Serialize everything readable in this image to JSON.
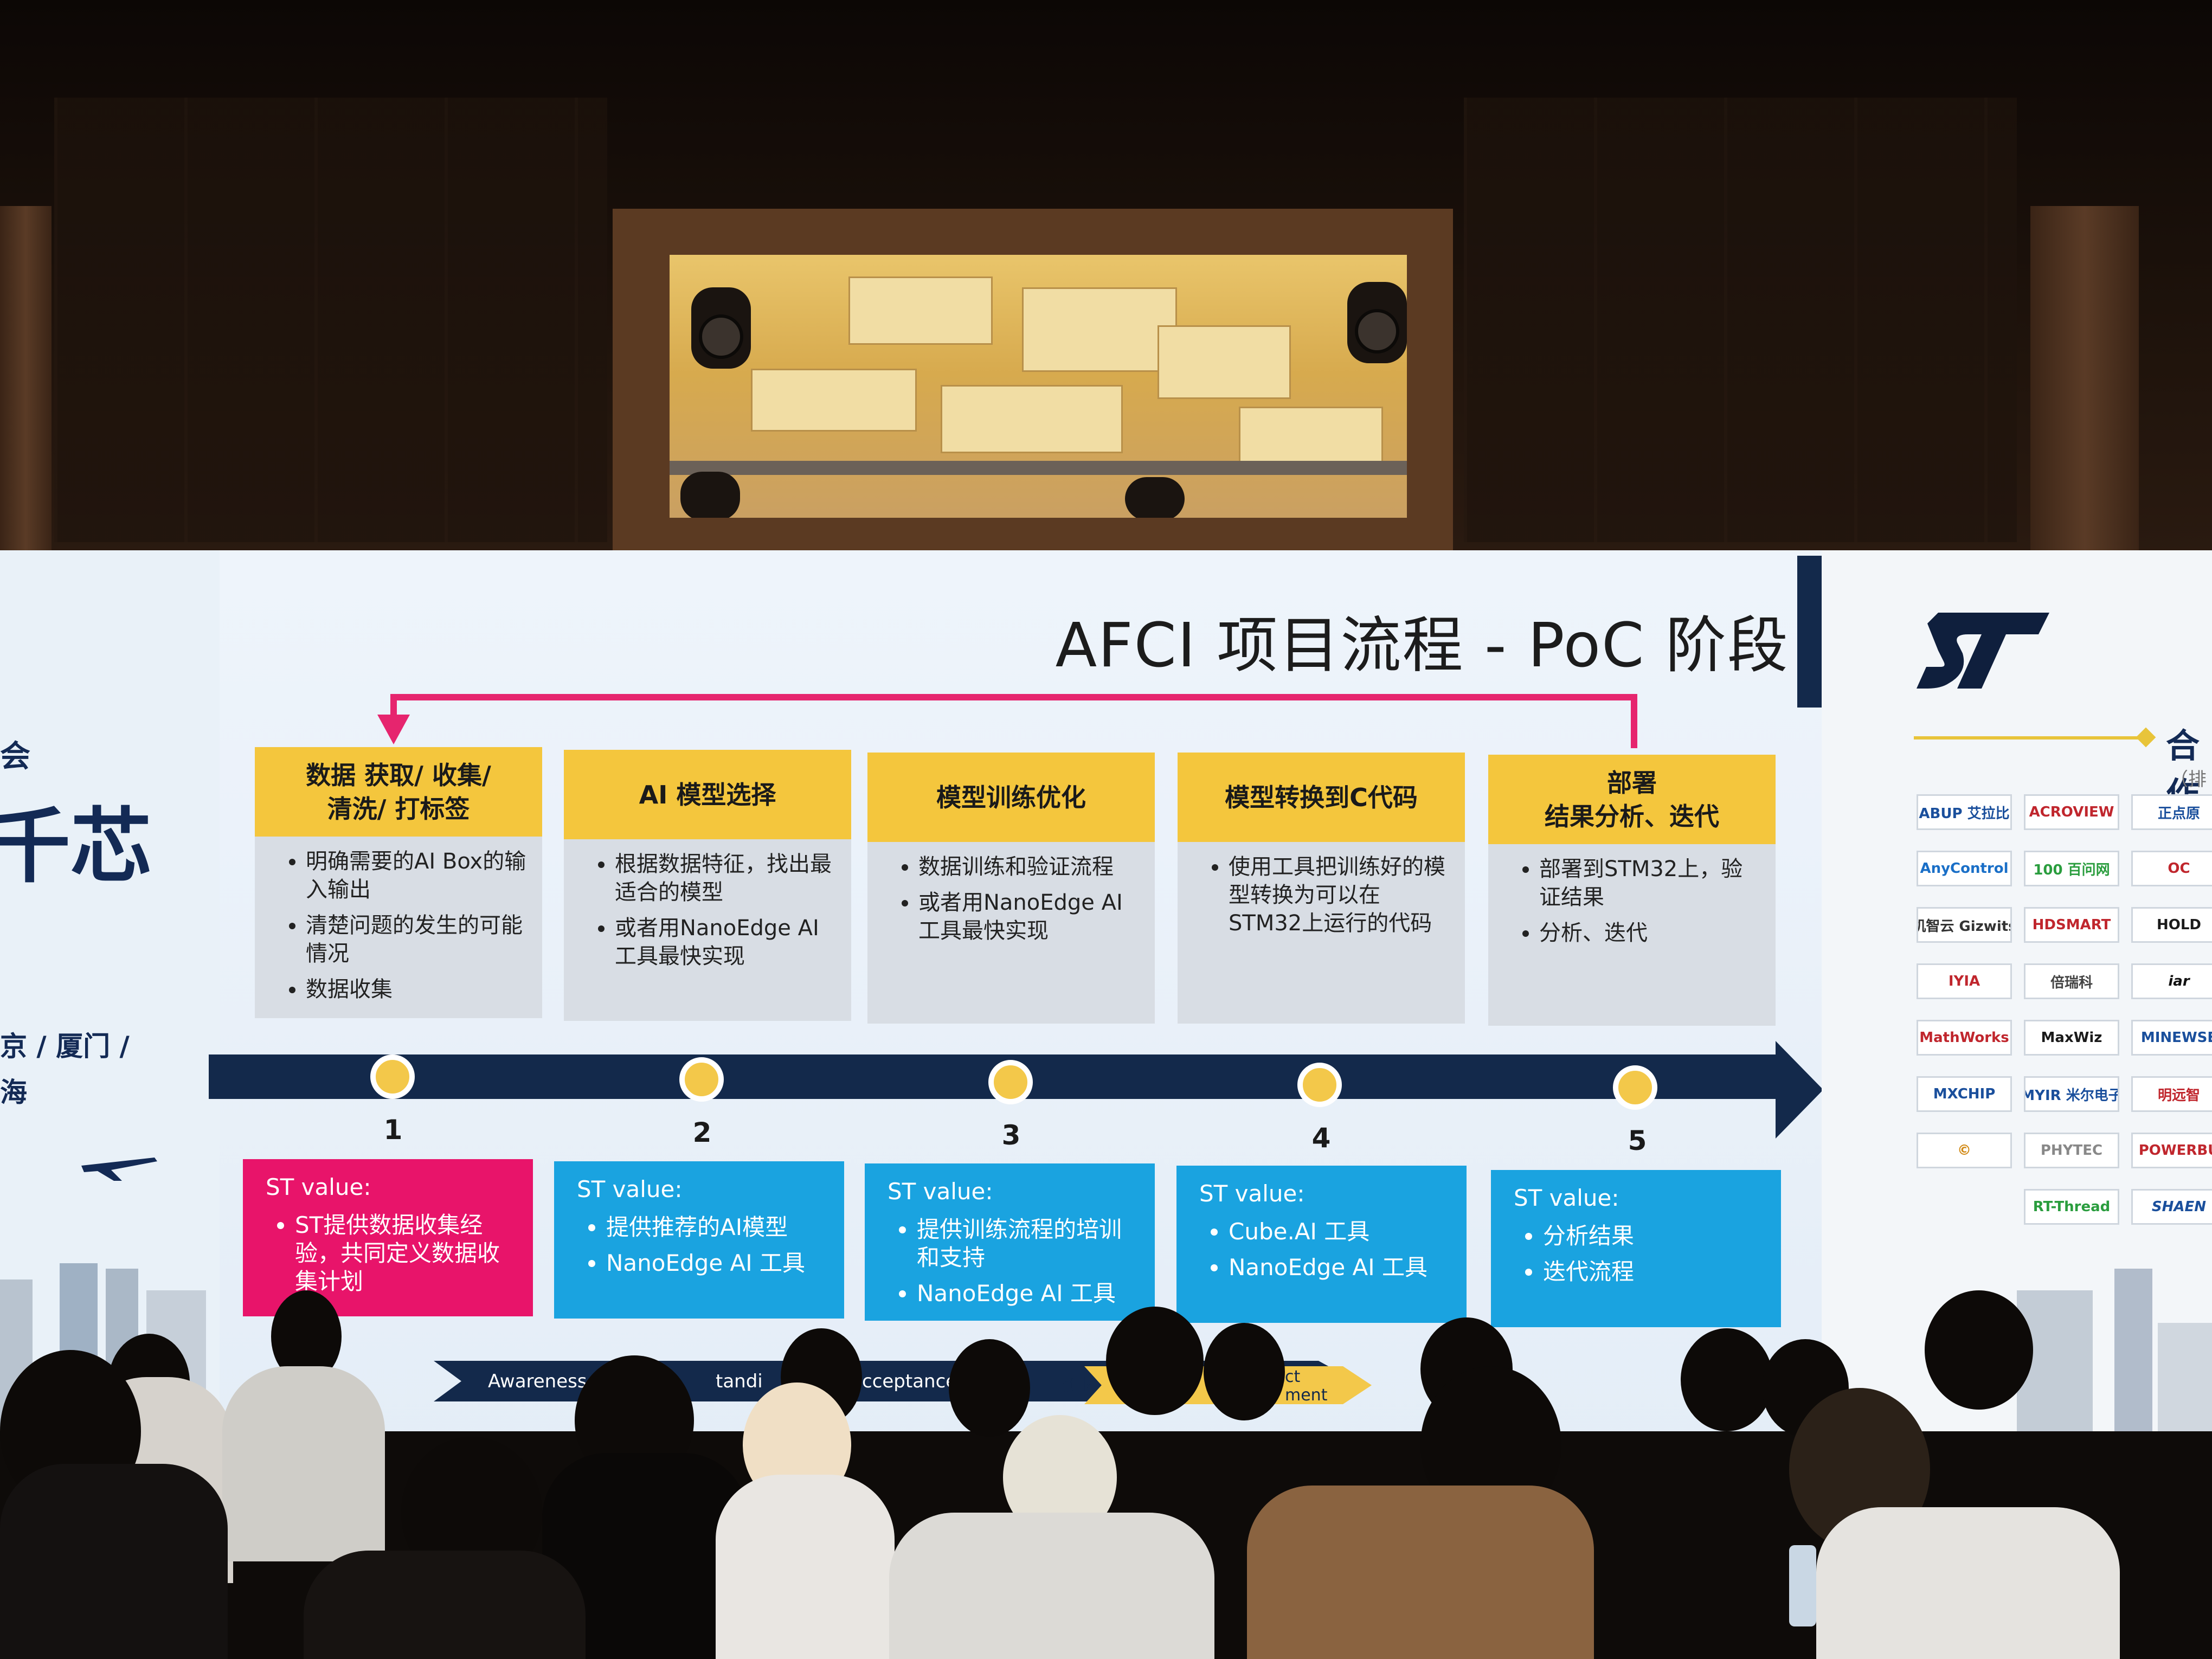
{
  "slide": {
    "title": "AFCI 项目流程 - PoC 阶段",
    "stages": [
      {
        "number": "1",
        "header": "数据 获取/ 收集/\n清洗/ 打标签",
        "items": [
          "明确需要的AI Box的输入输出",
          "清楚问题的发生的可能情况",
          "数据收集"
        ],
        "value_label": "ST value:",
        "value_items": [
          "ST提供数据收集经验，共同定义数据收集计划"
        ],
        "value_color": "#e8146a"
      },
      {
        "number": "2",
        "header": "AI 模型选择",
        "items": [
          "根据数据特征，找出最适合的模型",
          "或者用NanoEdge AI工具最快实现"
        ],
        "value_label": "ST value:",
        "value_items": [
          "提供推荐的AI模型",
          "NanoEdge AI 工具"
        ],
        "value_color": "#1aa3e0"
      },
      {
        "number": "3",
        "header": "模型训练优化",
        "items": [
          "数据训练和验证流程",
          "或者用NanoEdge AI工具最快实现"
        ],
        "value_label": "ST value:",
        "value_items": [
          "提供训练流程的培训和支持",
          "NanoEdge AI 工具"
        ],
        "value_color": "#1aa3e0"
      },
      {
        "number": "4",
        "header": "模型转换到C代码",
        "items": [
          "使用工具把训练好的模型转换为可以在STM32上运行的代码"
        ],
        "value_label": "ST value:",
        "value_items": [
          "Cube.AI 工具",
          "NanoEdge AI 工具"
        ],
        "value_color": "#1aa3e0"
      },
      {
        "number": "5",
        "header": "部署\n结果分析、迭代",
        "items": [
          "部署到STM32上，验证结果",
          "分析、迭代"
        ],
        "value_label": "ST value:",
        "value_items": [
          "分析结果",
          "迭代流程"
        ],
        "value_color": "#1aa3e0"
      }
    ],
    "ribbon": [
      "Awareness",
      "tandi",
      "cceptance",
      "ct k",
      "ct",
      "ment"
    ]
  },
  "left_screen": {
    "line1": "会",
    "big": "千芯",
    "cities1": "京 / 厦门 /",
    "cities2": "海"
  },
  "right_screen": {
    "heading": "合 作",
    "sub": "（排名",
    "logos": [
      [
        "ABUP 艾拉比",
        "ACROVIEW",
        "正点原"
      ],
      [
        "AnyControl",
        "100 百问网",
        "OC"
      ],
      [
        "机智云 Gizwits",
        "HDSMART",
        "HOLD"
      ],
      [
        "IYIA",
        "倍瑞科",
        "iar"
      ],
      [
        "MathWorks",
        "MaxWiz",
        "MINEWSE"
      ],
      [
        "MXCHIP",
        "MYIR 米尔电子",
        "明远智"
      ],
      [
        "©",
        "PHYTEC",
        "POWERBU"
      ],
      [
        "",
        "RT-Thread",
        "SHAEN"
      ]
    ]
  },
  "colors": {
    "navy": "#13294b",
    "yellow": "#f4c63d",
    "magenta": "#e8146a",
    "cyan": "#1aa3e0",
    "bracket": "#e6256e"
  },
  "icons": [
    "st-logo-icon",
    "airplane-icon",
    "feedback-arrow-icon",
    "timeline-arrow-icon"
  ]
}
